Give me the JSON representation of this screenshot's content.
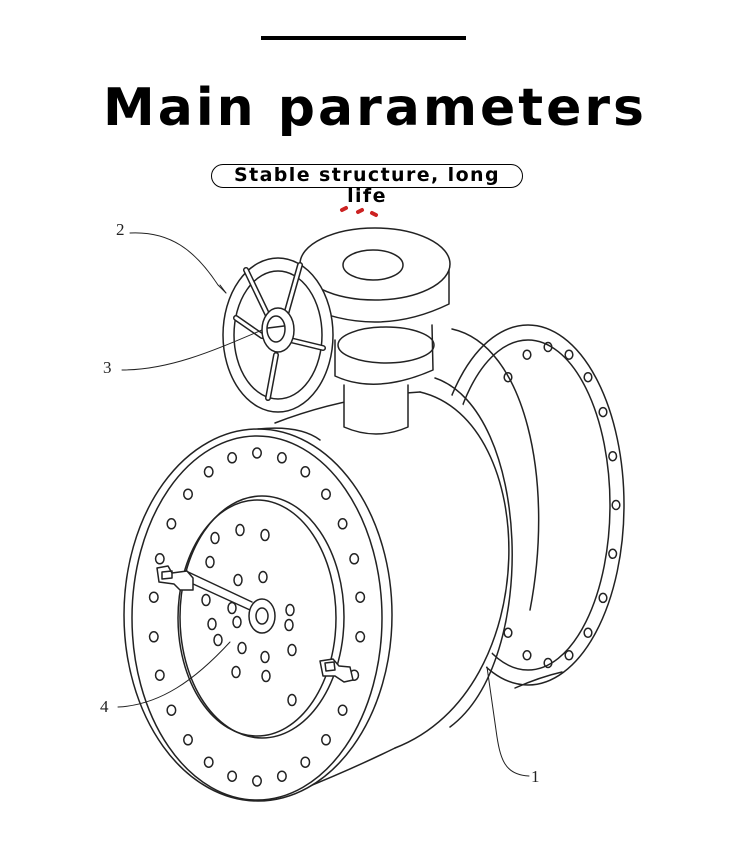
{
  "header": {
    "title": "Main parameters",
    "subtitle": "Stable structure, long life"
  },
  "diagram": {
    "callouts": [
      {
        "id": "1",
        "label": "1"
      },
      {
        "id": "2",
        "label": "2"
      },
      {
        "id": "3",
        "label": "3"
      },
      {
        "id": "4",
        "label": "4"
      }
    ]
  },
  "colors": {
    "line": "#222222",
    "background": "#ffffff",
    "accent_dots": "#cc2222"
  }
}
